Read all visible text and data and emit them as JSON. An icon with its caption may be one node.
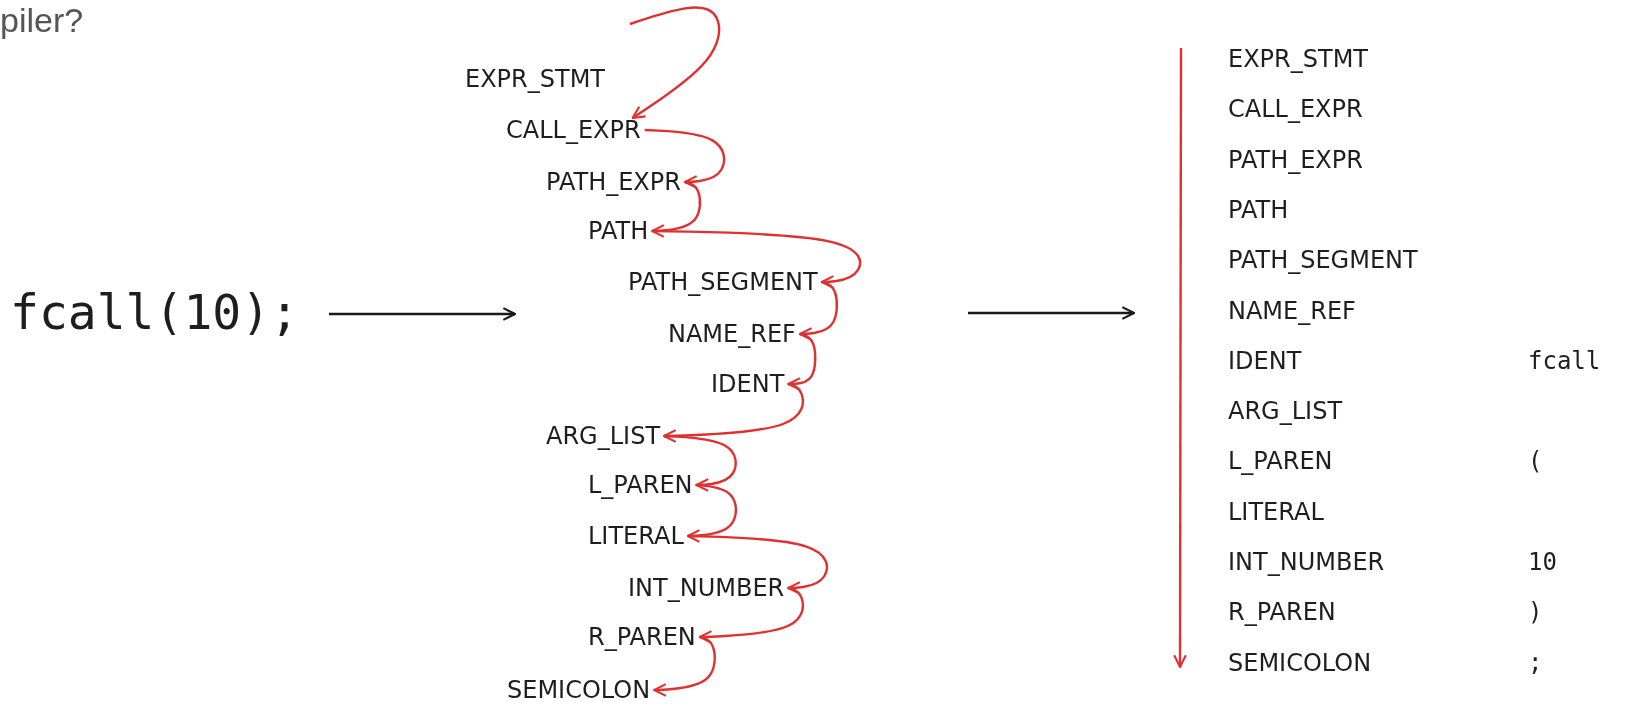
{
  "diagram": {
    "nodes": [
      {
        "text": [
          "fcall(10);"
        ]
      },
      {
        "text": [
          "EXPR_STMT"
        ]
      },
      {
        "text": [
          "CALL_EXPR"
        ]
      },
      {
        "text": [
          "PATH_EXPR"
        ]
      },
      {
        "text": [
          "PATH"
        ]
      },
      {
        "text": [
          "PATH_SEGMENT"
        ]
      },
      {
        "text": [
          "NAME_REF"
        ]
      },
      {
        "text": [
          "IDENT"
        ]
      },
      {
        "text": [
          "ARG_LIST"
        ]
      },
      {
        "text": [
          "L_PAREN"
        ]
      },
      {
        "text": [
          "LITERAL"
        ]
      },
      {
        "text": [
          "INT_NUMBER"
        ]
      },
      {
        "text": [
          "R_PAREN"
        ]
      },
      {
        "text": [
          "SEMICOLON"
        ]
      }
    ],
    "edges": [
      {
        "from": 0,
        "to": null,
        "arrow": "to",
        "color": "#1a1a1a"
      },
      {
        "from": null,
        "to": 2,
        "arrow": "to"
      },
      {
        "from": 2,
        "to": 3,
        "arrow": "to"
      },
      {
        "from": 3,
        "to": 4,
        "arrow": "to"
      },
      {
        "from": 4,
        "to": 5,
        "arrow": "to"
      },
      {
        "from": 5,
        "to": 6,
        "arrow": "to"
      },
      {
        "from": 6,
        "to": 7,
        "arrow": "to"
      },
      {
        "from": 7,
        "to": 8,
        "arrow": "to"
      },
      {
        "from": 8,
        "to": 9,
        "arrow": "to"
      },
      {
        "from": 9,
        "to": 10,
        "arrow": "to"
      },
      {
        "from": 10,
        "to": 11,
        "arrow": "to"
      },
      {
        "from": 11,
        "to": 12,
        "arrow": "to"
      },
      {
        "from": 12,
        "to": 13,
        "arrow": "to"
      }
    ],
    "labels": [
      "piler?",
      "EXPR_STMT",
      "CALL_EXPR",
      "PATH_EXPR",
      "PATH",
      "PATH_SEGMENT",
      "NAME_REF",
      "IDENT",
      "fcall",
      "ARG_LIST",
      "L_PAREN",
      "(",
      "LITERAL",
      "INT_NUMBER",
      "10",
      "R_PAREN",
      ")",
      "SEMICOLON",
      ";"
    ]
  }
}
